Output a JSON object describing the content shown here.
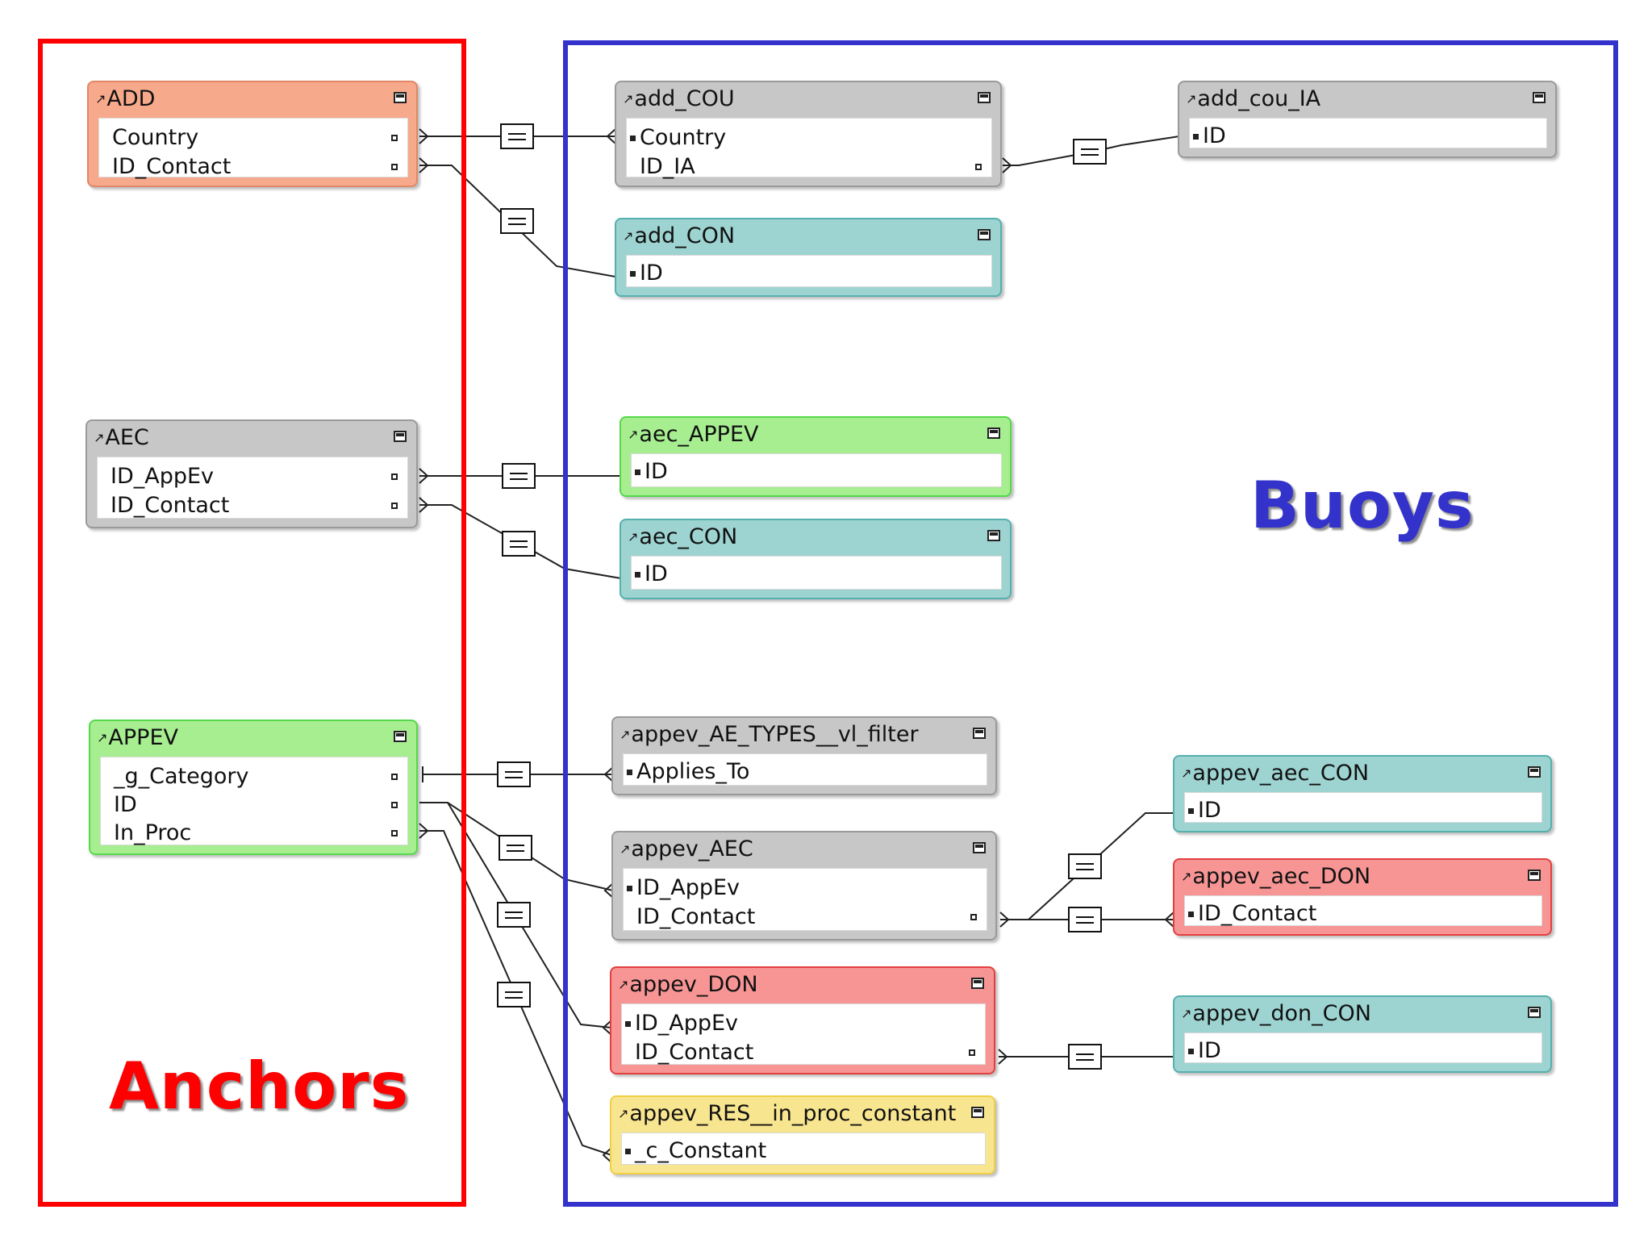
{
  "groups": {
    "anchors": {
      "label": "Anchors",
      "color": "#ff0000"
    },
    "buoys": {
      "label": "Buoys",
      "color": "#3333cc"
    }
  },
  "tables": {
    "add": {
      "name": "ADD",
      "color": "orange",
      "fields": [
        "Country",
        "ID_Contact"
      ]
    },
    "aec": {
      "name": "AEC",
      "color": "gray",
      "fields": [
        "ID_AppEv",
        "ID_Contact"
      ]
    },
    "appev": {
      "name": "APPEV",
      "color": "green",
      "fields": [
        "_g_Category",
        "ID",
        "In_Proc"
      ]
    },
    "add_cou": {
      "name": "add_COU",
      "color": "gray",
      "fields": [
        "Country",
        "ID_IA"
      ]
    },
    "add_con": {
      "name": "add_CON",
      "color": "teal",
      "fields": [
        "ID"
      ]
    },
    "add_cou_ia": {
      "name": "add_cou_IA",
      "color": "gray",
      "fields": [
        "ID"
      ]
    },
    "aec_appev": {
      "name": "aec_APPEV",
      "color": "green",
      "fields": [
        "ID"
      ]
    },
    "aec_con": {
      "name": "aec_CON",
      "color": "teal",
      "fields": [
        "ID"
      ]
    },
    "appev_ae_types": {
      "name": "appev_AE_TYPES__vl_filter",
      "color": "gray",
      "fields": [
        "Applies_To"
      ]
    },
    "appev_aec": {
      "name": "appev_AEC",
      "color": "gray",
      "fields": [
        "ID_AppEv",
        "ID_Contact"
      ]
    },
    "appev_don": {
      "name": "appev_DON",
      "color": "red",
      "fields": [
        "ID_AppEv",
        "ID_Contact"
      ]
    },
    "appev_res": {
      "name": "appev_RES__in_proc_constant",
      "color": "yellow",
      "fields": [
        "_c_Constant"
      ]
    },
    "appev_aec_con": {
      "name": "appev_aec_CON",
      "color": "teal",
      "fields": [
        "ID"
      ]
    },
    "appev_aec_don": {
      "name": "appev_aec_DON",
      "color": "red",
      "fields": [
        "ID_Contact"
      ]
    },
    "appev_don_con": {
      "name": "appev_don_CON",
      "color": "teal",
      "fields": [
        "ID"
      ]
    }
  }
}
